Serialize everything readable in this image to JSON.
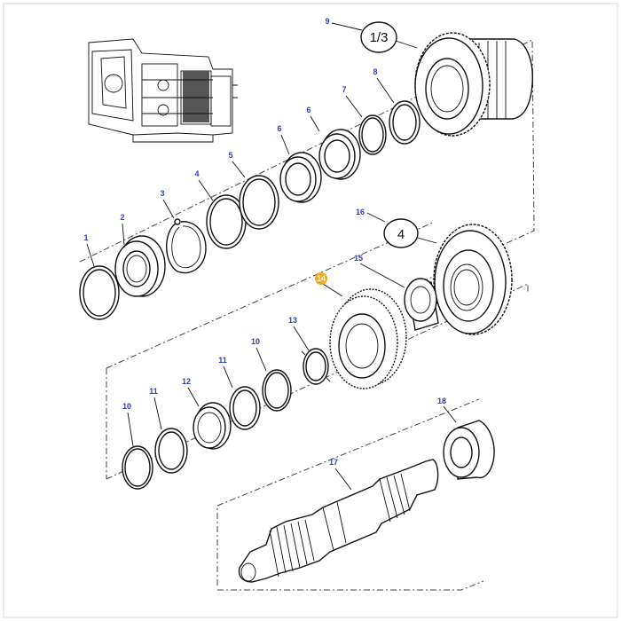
{
  "callouts": {
    "c1": "1",
    "c2": "2",
    "c3": "3",
    "c4": "4",
    "c5": "5",
    "c6a": "6",
    "c6b": "6",
    "c7": "7",
    "c8": "8",
    "c9": "9",
    "c10a": "10",
    "c10b": "10",
    "c11a": "11",
    "c11b": "11",
    "c12": "12",
    "c13": "13",
    "c14": "14",
    "c15": "15",
    "c16": "16",
    "c17": "17",
    "c18": "18"
  },
  "group_labels": {
    "top_gear": "1/3",
    "mid_gear": "4"
  },
  "colors": {
    "callout_text": "#2e3fc2",
    "selected_badge": "#f5a623",
    "line": "#111111",
    "border": "#d9d9d9"
  },
  "icons": {
    "callout": "callout-number-icon",
    "selected": "selected-badge-icon"
  }
}
